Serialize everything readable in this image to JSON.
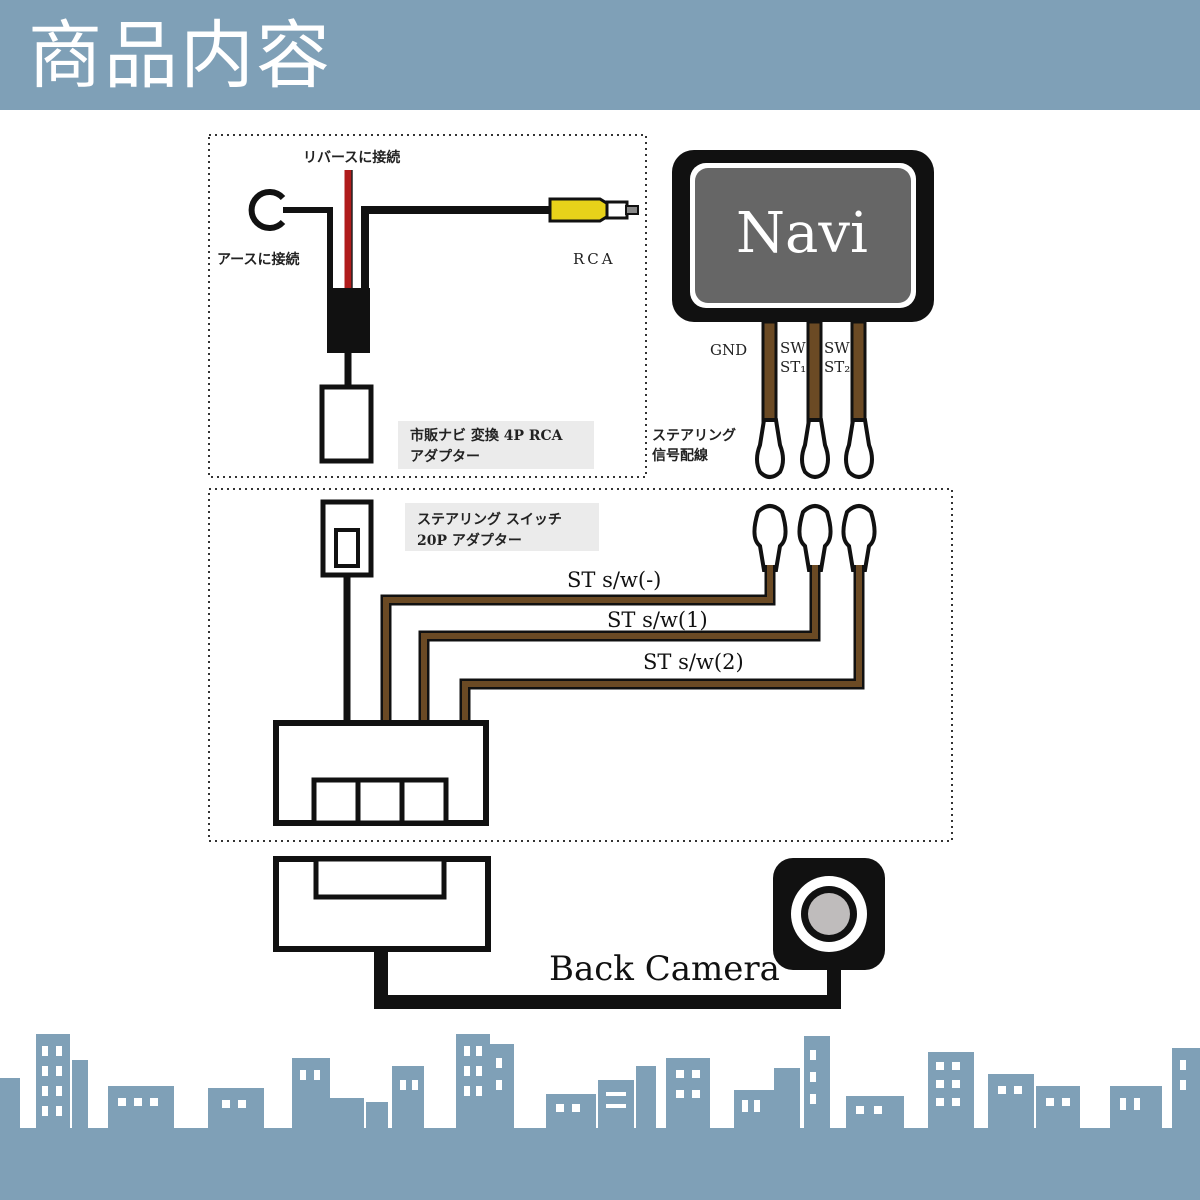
{
  "header": {
    "title": "商品内容"
  },
  "labels": {
    "reverse": "リバースに接続",
    "earth": "アースに接続",
    "rca": "RCA",
    "adapter_line1": "市販ナビ 変換 4P RCA",
    "adapter_line2": "アダプター",
    "navi": "Navi",
    "gnd": "GND",
    "sw1_top": "SW",
    "sw1_bottom": "ST₁",
    "sw2_top": "SW",
    "sw2_bottom": "ST₂",
    "steering_wire_line1": "ステアリング",
    "steering_wire_line2": "信号配線",
    "steering_adapter_line1": "ステアリング スイッチ",
    "steering_adapter_line2": "20P アダプター",
    "wire_minus": "ST s/w(-)",
    "wire_1": "ST s/w(1)",
    "wire_2": "ST s/w(2)",
    "back_camera": "Back Camera"
  },
  "colors": {
    "header_bg": "#7fa0b7",
    "navi_body": "#666666",
    "wire_brown": "#6b4a24",
    "wire_red": "#b01c1c",
    "rca_yellow": "#e8d21a",
    "skyline": "#7fa0b7",
    "label_bg": "#ebebeb"
  }
}
